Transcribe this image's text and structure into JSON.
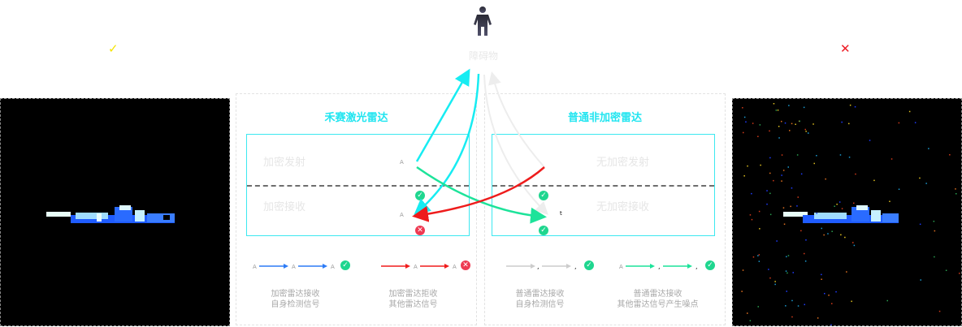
{
  "obstacle": {
    "label": "障碍物",
    "icon": "person-icon"
  },
  "left_result": {
    "symbol": "✓",
    "color": "#f5e400"
  },
  "right_result": {
    "symbol": "✕",
    "color": "#ee1c25"
  },
  "encrypted_panel": {
    "title": "禾赛激光雷达",
    "emit_label": "加密发射",
    "receive_label": "加密接收",
    "chip_char": "A",
    "legend": [
      {
        "caption_line1": "加密雷达接收",
        "caption_line2": "自身检测信号",
        "arrow_color": "#2d7cf6",
        "status": "ok",
        "char": "A"
      },
      {
        "caption_line1": "加密雷达拒收",
        "caption_line2": "其他雷达信号",
        "arrow_color": "#f01c1c",
        "status": "reject",
        "char": "A"
      }
    ]
  },
  "plain_panel": {
    "title": "普通非加密雷达",
    "emit_label": "无加密发射",
    "receive_label": "无加密接收",
    "chip_char": "t",
    "legend": [
      {
        "caption_line1": "普通雷达接收",
        "caption_line2": "自身检测信号",
        "arrow_color": "#cccccc",
        "status": "ok",
        "char": ","
      },
      {
        "caption_line1": "普通雷达接收",
        "caption_line2": "其他雷达信号产生噪点",
        "arrow_color": "#1de39a",
        "status": "ok",
        "char": ","
      }
    ]
  },
  "colors": {
    "cyan": "#17ecf2",
    "green": "#1de39a",
    "red": "#ee1c1c",
    "faint": "#ededed"
  }
}
